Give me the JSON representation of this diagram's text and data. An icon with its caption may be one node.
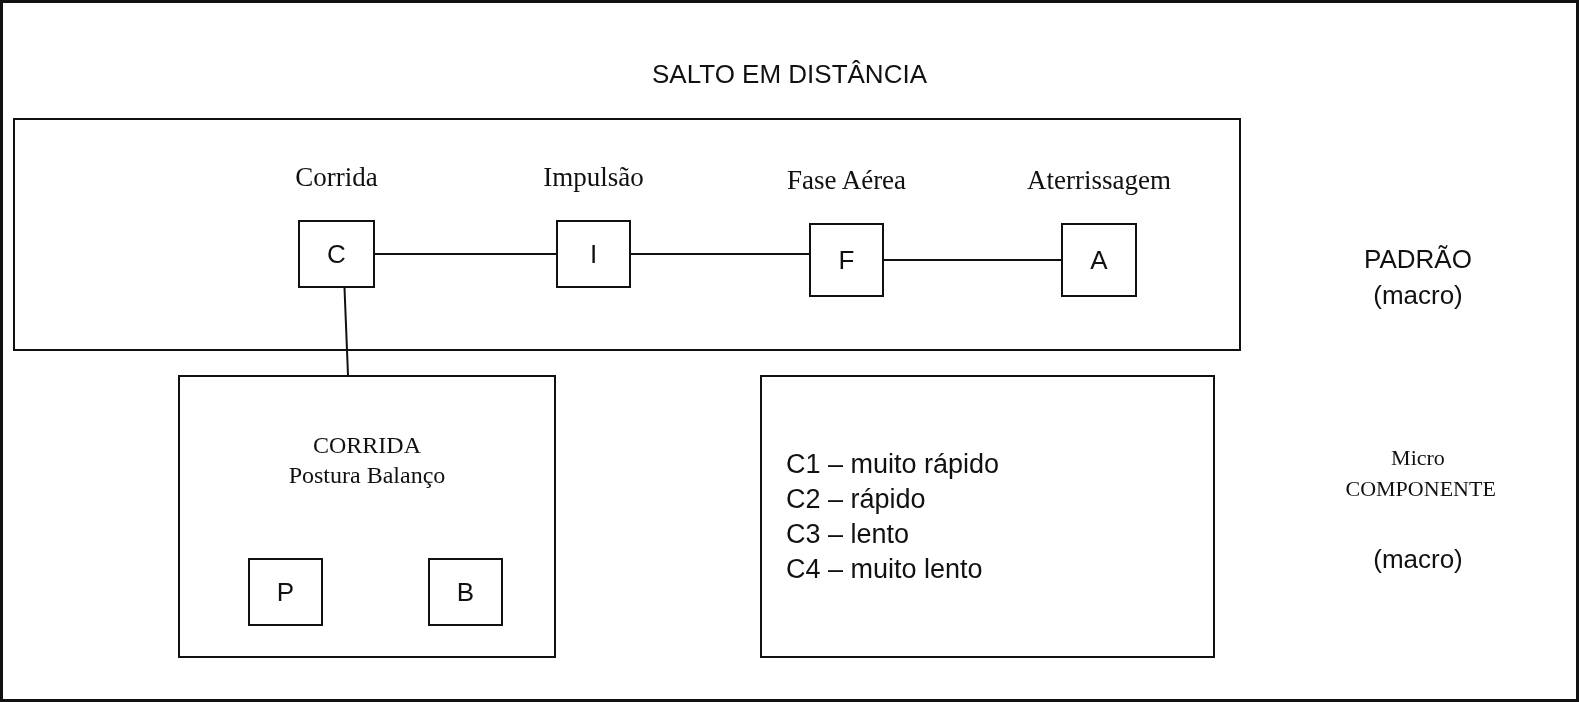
{
  "diagram": {
    "title": "SALTO EM DISTÂNCIA",
    "nodes": [
      {
        "text": [],
        "shape": "box"
      },
      {
        "text": [
          "C"
        ],
        "in": 0,
        "beside": [
          "Corrida"
        ]
      },
      {
        "text": [
          "I"
        ],
        "in": 0,
        "beside": [
          "Impulsão"
        ]
      },
      {
        "text": [
          "F"
        ],
        "in": 0,
        "beside": [
          "Fase Aérea"
        ]
      },
      {
        "text": [
          "A"
        ],
        "in": 0,
        "beside": [
          "Aterrissagem"
        ]
      },
      {
        "text": [
          "CORRIDA",
          "Postura Balanço"
        ]
      },
      {
        "text": [
          "P"
        ],
        "in": 5
      },
      {
        "text": [
          "B"
        ],
        "in": 5
      },
      {
        "text": [
          "C1 – muito rápido",
          "C2 – rápido",
          "C3 – lento",
          "C4 – muito lento"
        ]
      }
    ],
    "edges": [
      {
        "from": 1,
        "to": 2,
        "arrow": "none"
      },
      {
        "from": 2,
        "to": 3,
        "arrow": "none"
      },
      {
        "from": 3,
        "to": 4,
        "arrow": "none"
      },
      {
        "from": 1,
        "to": 5,
        "arrow": "none"
      }
    ],
    "labels": [
      "PADRÃO (macro)",
      "Micro COMPONENTE",
      "(macro)"
    ]
  }
}
